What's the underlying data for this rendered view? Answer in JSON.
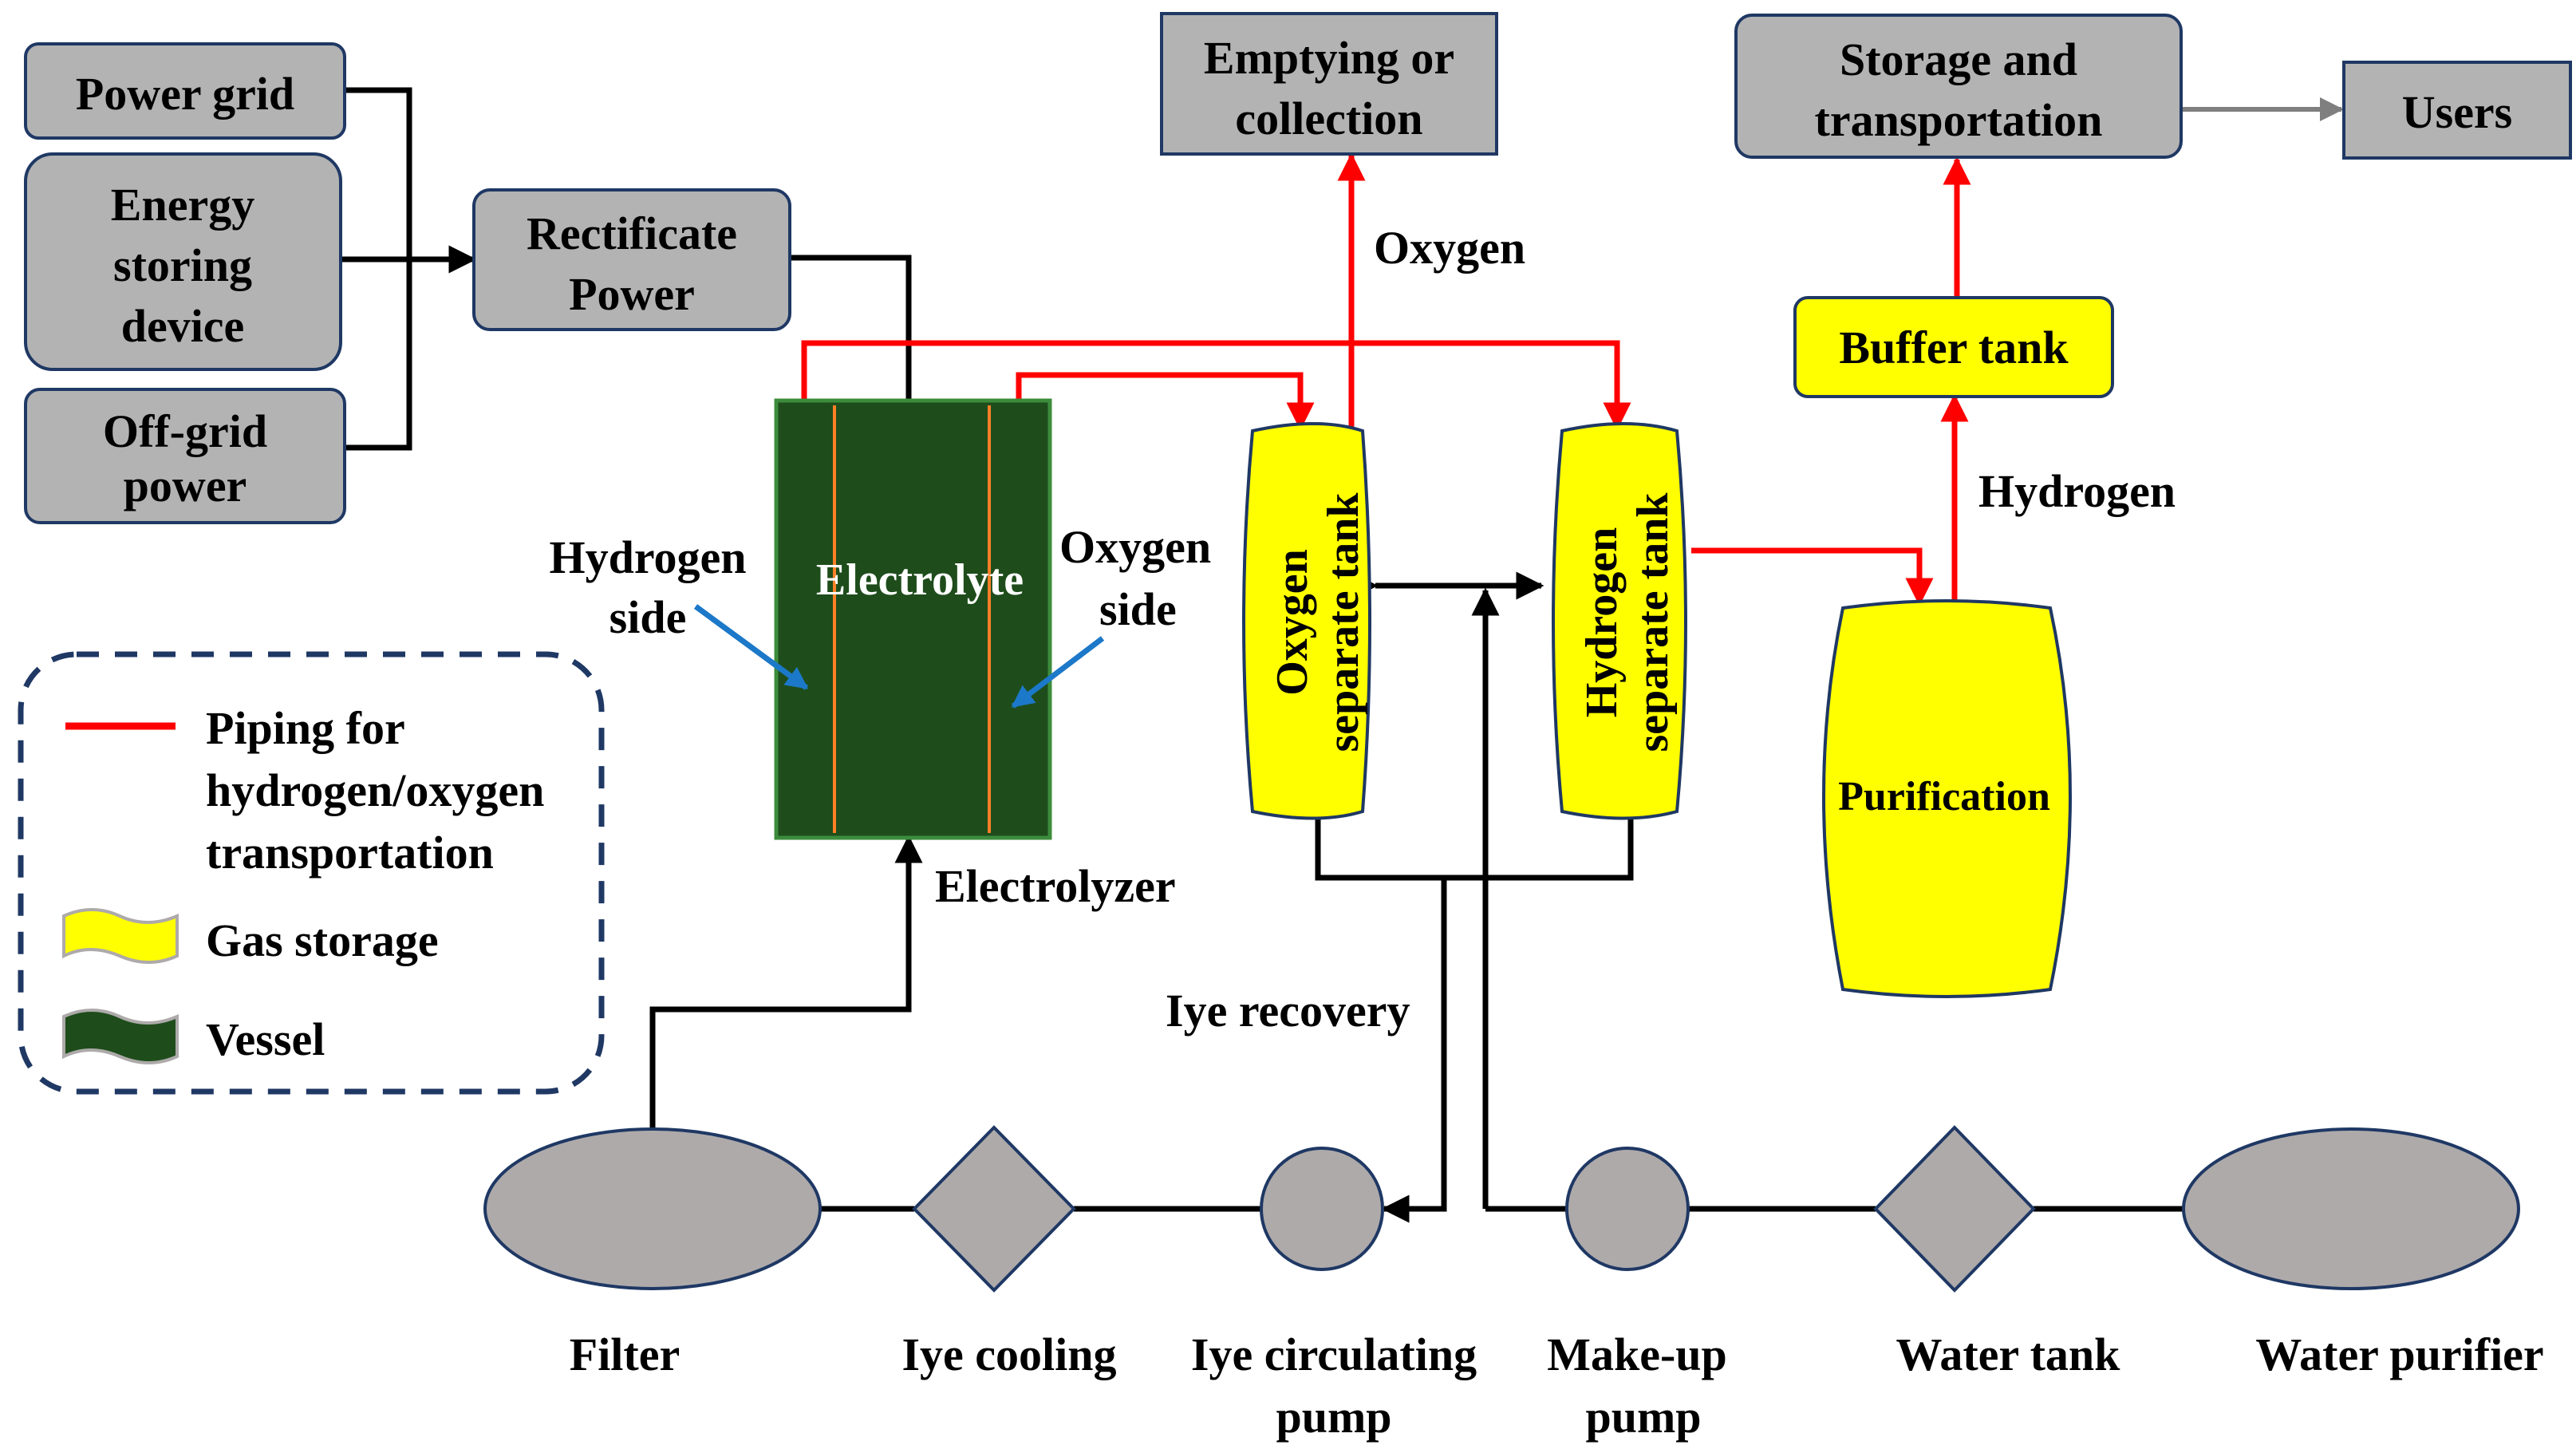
{
  "colors": {
    "gray_box": "#b3b3b3",
    "gray_shape": "#aeaaaa",
    "yellow": "#ffff00",
    "vessel_green": "#1e4d1b",
    "vessel_border": "#3c8c3c",
    "electrode_orange": "#ff7f27",
    "pipe_red": "#ff0000",
    "line_black": "#000000",
    "blue_arrow": "#1c78c8",
    "legend_border": "#1f3864",
    "arrow_gray": "#7f7f7f"
  },
  "sources": {
    "power_grid": "Power grid",
    "energy_storing": [
      "Energy",
      "storing",
      "device"
    ],
    "off_grid": [
      "Off-grid",
      "power"
    ]
  },
  "rectificate": [
    "Rectificate",
    "Power"
  ],
  "top": {
    "emptying": [
      "Emptying or",
      "collection"
    ],
    "storage": [
      "Storage and",
      "transportation"
    ],
    "users": "Users"
  },
  "electrolyzer": {
    "electrolyte": "Electrolyte",
    "label": "Electrolyzer",
    "hydrogen_side": [
      "Hydrogen",
      "side"
    ],
    "oxygen_side": [
      "Oxygen",
      "side"
    ]
  },
  "tanks": {
    "oxygen": [
      "Oxygen",
      "separate tank"
    ],
    "hydrogen": [
      "Hydrogen",
      "separate tank"
    ],
    "buffer": "Buffer tank",
    "purification": "Purification"
  },
  "flow_labels": {
    "oxygen": "Oxygen",
    "hydrogen": "Hydrogen",
    "lye_recovery": "Iye recovery"
  },
  "legend": {
    "piping": [
      "Piping for",
      "hydrogen/oxygen",
      "transportation"
    ],
    "gas_storage": "Gas storage",
    "vessel": "Vessel"
  },
  "bottom": {
    "filter": [
      "Filter"
    ],
    "lye_cooling": [
      "Iye cooling"
    ],
    "lye_pump": [
      "Iye circulating",
      "pump"
    ],
    "makeup_pump": [
      "Make-up",
      "pump"
    ],
    "water_tank": [
      "Water tank"
    ],
    "water_purifier": [
      "Water purifier"
    ]
  }
}
